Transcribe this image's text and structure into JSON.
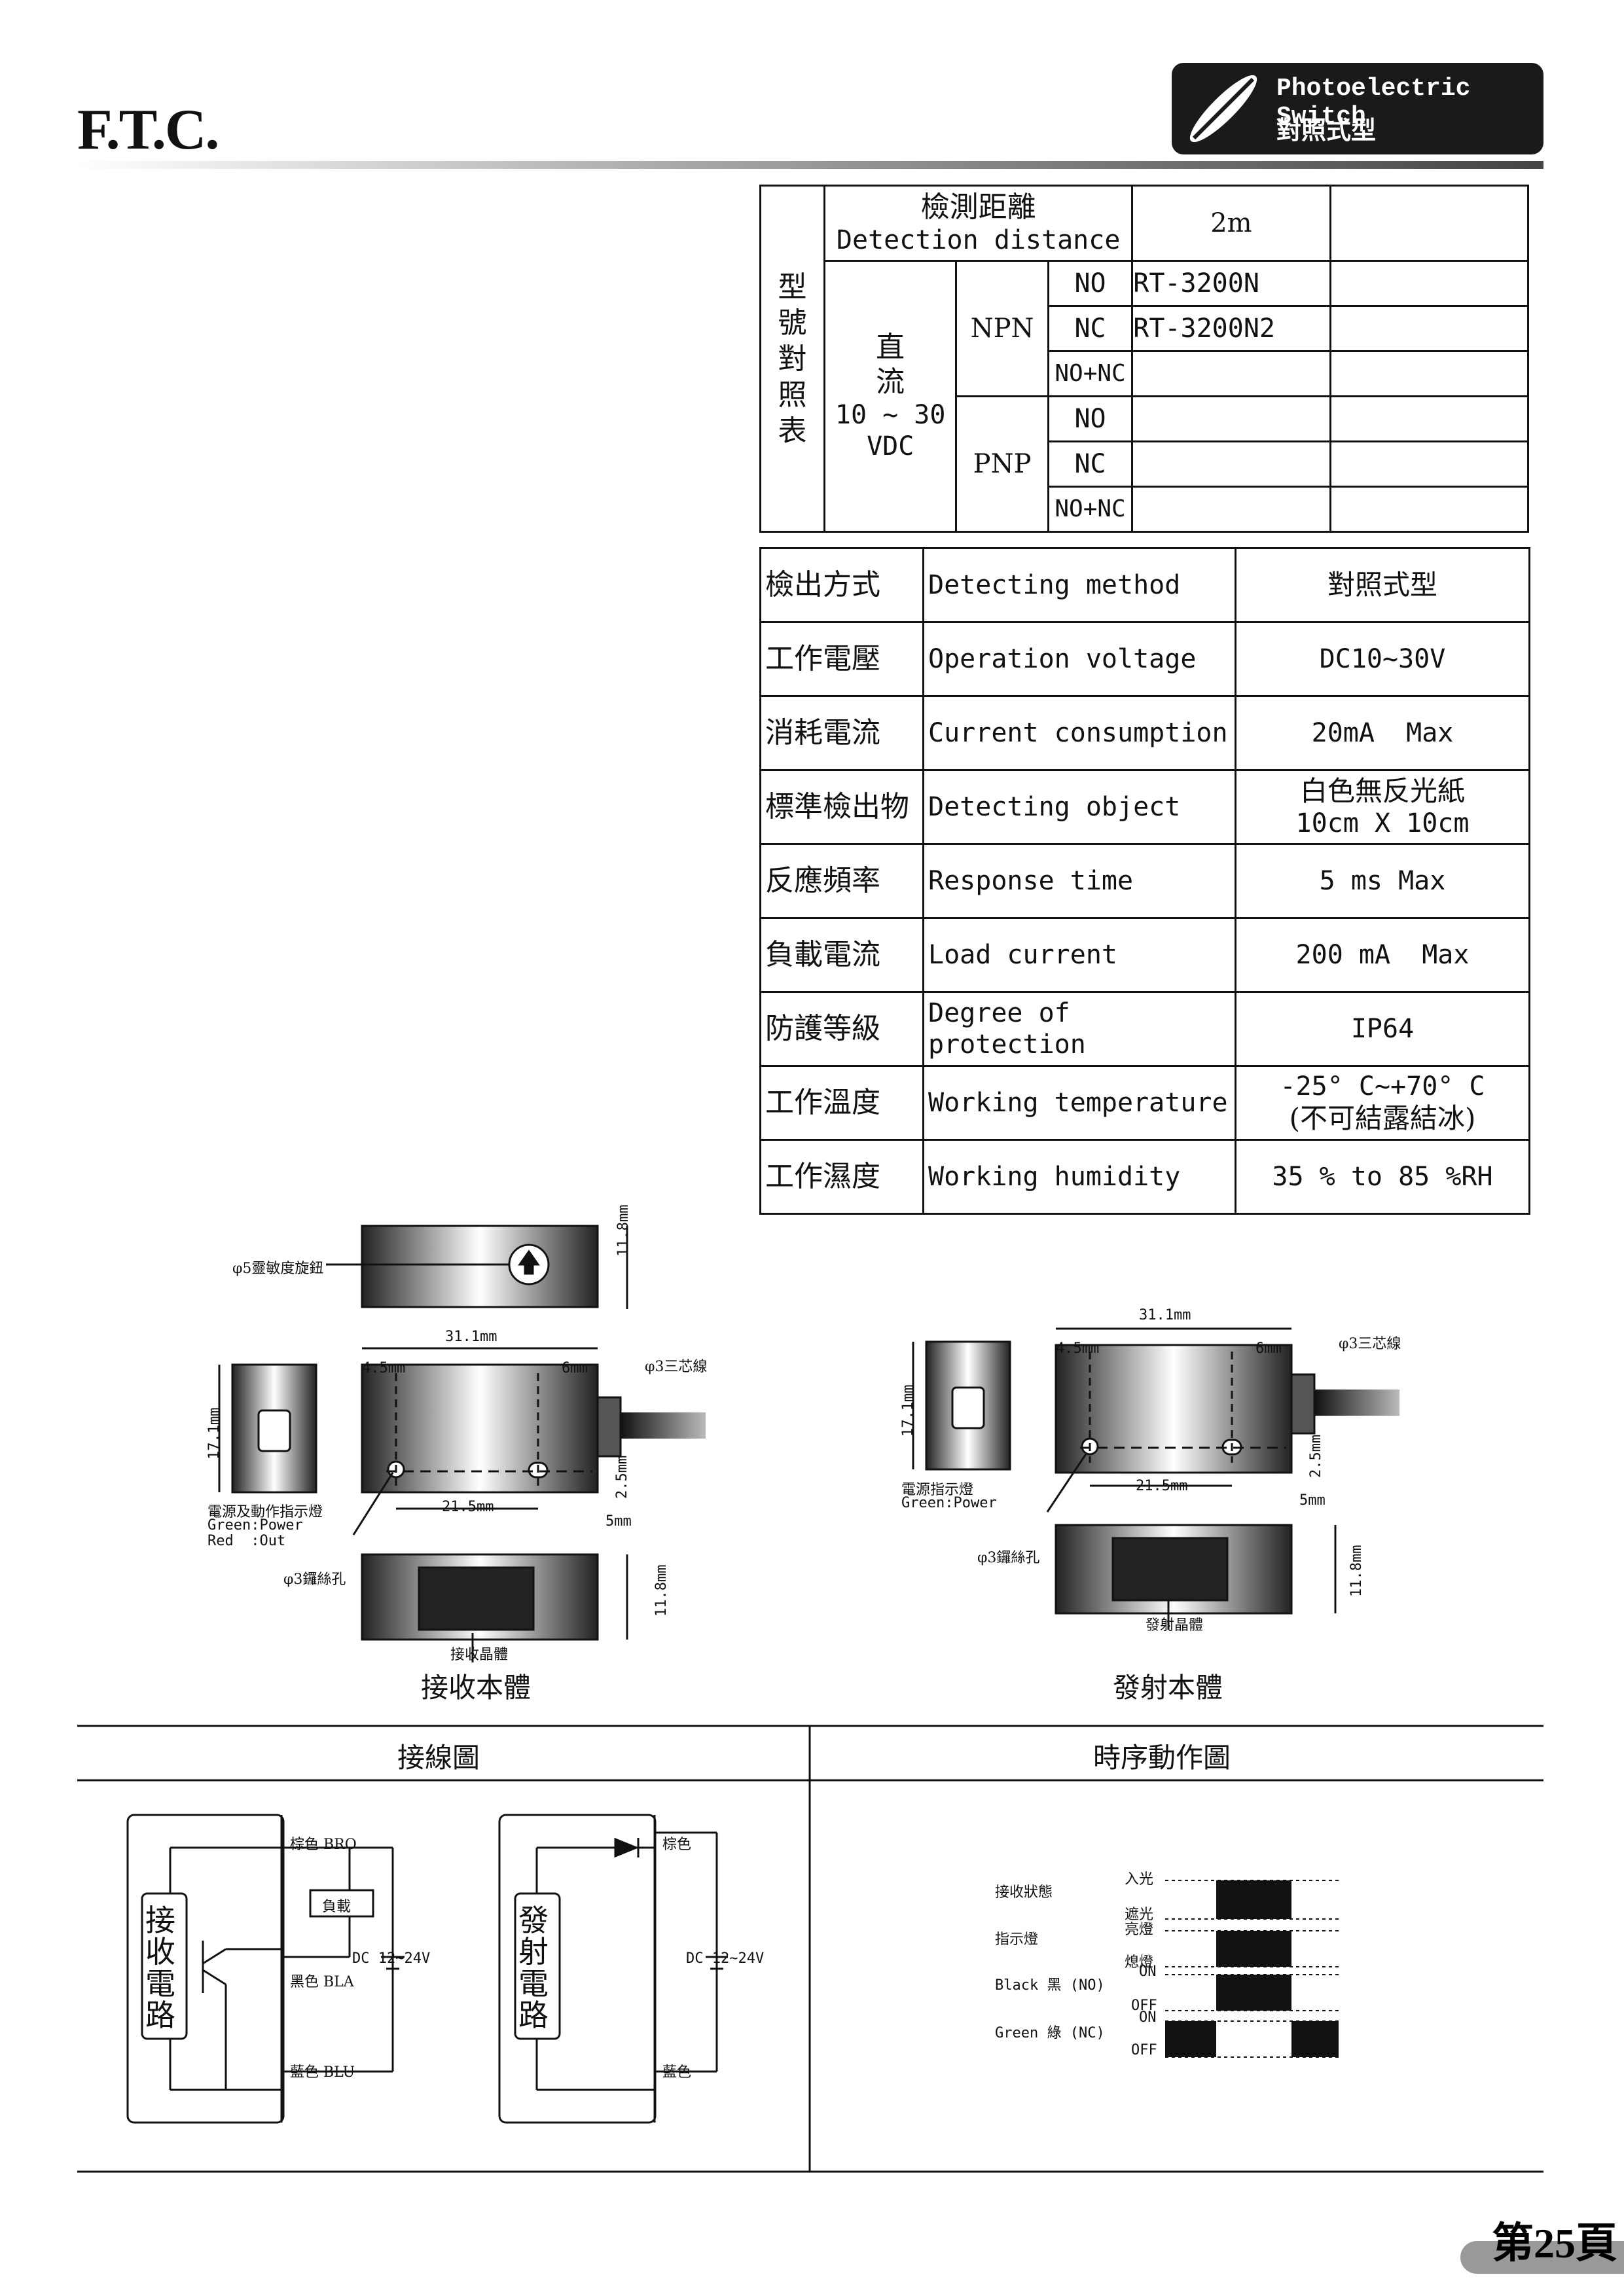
{
  "header": {
    "logo": "F.T.C.",
    "badge_en": "Photoelectric Switch",
    "badge_zh": "對照式型"
  },
  "model_table": {
    "side_label": "型號對照表",
    "dist_label_zh": "檢測距離",
    "dist_label_en": "Detection distance",
    "dist_value": "2m",
    "dc_label_zh": "直流",
    "dc_label_range": "10 ~ 30",
    "dc_label_unit": "VDC",
    "npn": "NPN",
    "pnp": "PNP",
    "no": "NO",
    "nc": "NC",
    "nonc": "NO+NC",
    "npn_no_model": "RT-3200N",
    "npn_nc_model": "RT-3200N2"
  },
  "spec_table": [
    {
      "zh": "檢出方式",
      "en": "Detecting method",
      "value": "對照式型"
    },
    {
      "zh": "工作電壓",
      "en": "Operation voltage",
      "value": "DC10~30V"
    },
    {
      "zh": "消耗電流",
      "en": "Current consumption",
      "value": "20mA  Max"
    },
    {
      "zh": "標準檢出物",
      "en": "Detecting object",
      "value": "白色無反光紙",
      "value2": "10cm X 10cm"
    },
    {
      "zh": "反應頻率",
      "en": "Response time",
      "value": "5 ms Max"
    },
    {
      "zh": "負載電流",
      "en": "Load current",
      "value": "200 mA  Max"
    },
    {
      "zh": "防護等級",
      "en": "Degree of protection",
      "value": "IP64"
    },
    {
      "zh": "工作溫度",
      "en": "Working temperature",
      "value": "-25° C~+70° C",
      "value2": "(不可結露結冰)"
    },
    {
      "zh": "工作濕度",
      "en": "Working humidity",
      "value": "35 % to 85 %RH"
    }
  ],
  "receiver": {
    "knob": "φ5靈敏度旋鈕",
    "h": "11.8mm",
    "w": "31.1mm",
    "d1": "4.5mm",
    "d2": "6mm",
    "cable": "φ3三芯線",
    "side_h": "17.1mm",
    "ind1": "電源及動作指示燈",
    "ind2": "Green:Power",
    "ind3": "Red  :Out",
    "pitch": "21.5mm",
    "d3": "2.5mm",
    "d4": "5mm",
    "screw": "φ3鑼絲孔",
    "h2": "11.8mm",
    "chip": "接收晶體",
    "caption": "接收本體"
  },
  "emitter": {
    "w": "31.1mm",
    "d1": "4.5mm",
    "d2": "6mm",
    "cable": "φ3三芯線",
    "side_h": "17.1mm",
    "ind1": "電源指示燈",
    "ind2": "Green:Power",
    "pitch": "21.5mm",
    "d3": "2.5mm",
    "d4": "5mm",
    "screw": "φ3鑼絲孔",
    "h2": "11.8mm",
    "chip": "發射晶體",
    "caption": "發射本體"
  },
  "bottom": {
    "wiring_title": "接線圖",
    "timing_title": "時序動作圖"
  },
  "wiring": {
    "rx_box": "接收電路",
    "bro": "棕色 BRO",
    "load": "負載",
    "bla": "黑色 BLA",
    "blu": "藍色 BLU",
    "dc": "DC 12~24V",
    "tx_box": "發射電路",
    "brown": "棕色",
    "blue": "藍色",
    "dc2": "DC 12~24V"
  },
  "timing": {
    "rx_state": "接收狀態",
    "in_light": "入光",
    "block": "遮光",
    "indicator": "指示燈",
    "on_lamp": "亮燈",
    "off_lamp": "熄燈",
    "black": "Black 黑 (NO)",
    "green": "Green 綠 (NC)",
    "on": "ON",
    "off": "OFF"
  },
  "footer": {
    "page": "第25頁"
  }
}
